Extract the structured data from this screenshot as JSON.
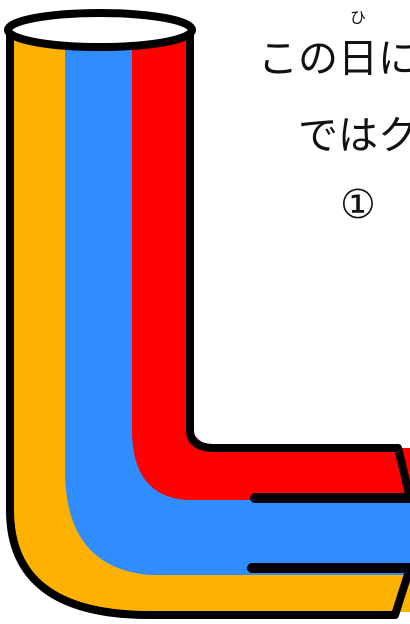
{
  "text": {
    "line1": "この日に",
    "ruby": "ひ",
    "line2": "ではク",
    "line3": "①"
  },
  "colors": {
    "orange_band": "#FDB100",
    "blue_band": "#2F8DFF",
    "red_band": "#FF0000",
    "outline": "#000000",
    "background": "#FFFFFF"
  }
}
